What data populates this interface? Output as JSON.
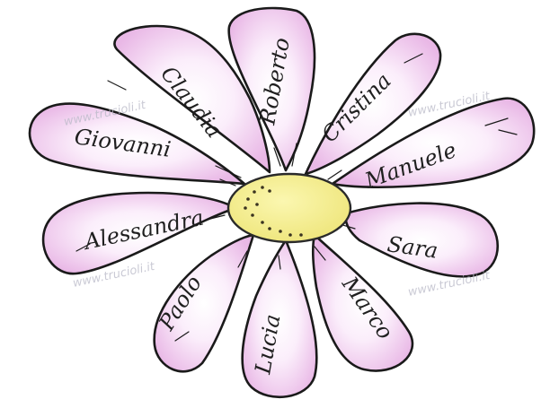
{
  "names": {
    "claudia": "Claudia",
    "roberto": "Roberto",
    "cristina": "Cristina",
    "giovanni": "Giovanni",
    "manuele": "Manuele",
    "alessandra": "Alessandra",
    "sara": "Sara",
    "paolo": "Paolo",
    "lucia": "Lucia",
    "marco": "Marco"
  },
  "watermark": "www.trucioli.it",
  "colors": {
    "petal_tint": "#e9b8e6",
    "petal_outline": "#1a1a1a",
    "center": "#f4ef88",
    "center_outline": "#2a2a2a"
  }
}
